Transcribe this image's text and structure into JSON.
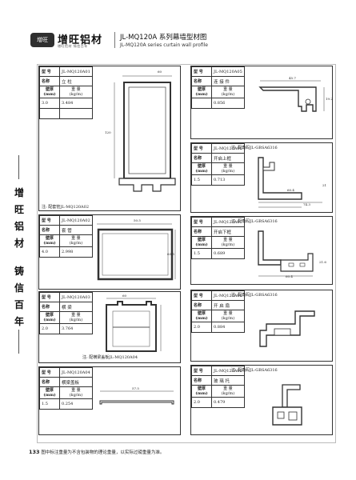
{
  "header": {
    "logo_text": "增旺",
    "brand": "增旺铝材",
    "brand_sub": "增旺铝材  铸信百年",
    "title_cn": "JL-MQ120A 系列幕墙型材图",
    "title_en": "JL-MQ120A series curtain wall profile"
  },
  "side_text": [
    "增",
    "旺",
    "铝",
    "材",
    "铸",
    "信",
    "百",
    "年"
  ],
  "labels": {
    "model": "型 号",
    "name": "名称",
    "wall": "壁厚",
    "wall_unit": "(mm)",
    "weight": "重 量",
    "weight_unit": "(kg/m)"
  },
  "panels": [
    {
      "model": "JL-MQ120A01",
      "name": "立 柱",
      "thickness": "3.0",
      "weight": "3.484",
      "note": "注: 配套管JL-MQ120A02",
      "dims": [
        "60",
        "120"
      ]
    },
    {
      "model": "JL-MQ120A02",
      "name": "套 管",
      "thickness": "4.0",
      "weight": "2.998",
      "note": "",
      "dims": [
        "50.5",
        "63.5"
      ]
    },
    {
      "model": "JL-MQ120A03",
      "name": "横 梁",
      "thickness": "2.0",
      "weight": "3.764",
      "note": "注: 配横梁盖板JL-MQ120A04",
      "dims": [
        "60"
      ]
    },
    {
      "model": "JL-MQ120A04",
      "name": "横梁盖板",
      "thickness": "1.5",
      "weight": "0.254",
      "note": "",
      "dims": [
        "57.5"
      ]
    },
    {
      "model": "JL-MQ120A05",
      "name": "连 接 件",
      "thickness": "",
      "weight": "0.856",
      "note": "",
      "dims": [
        "45.7",
        "19.2"
      ]
    },
    {
      "model": "JL-MQ120A06",
      "name": "开启上框",
      "thickness": "1.5",
      "weight": "0.713",
      "note": "注: 配角码JL-GBSA6316",
      "dims": [
        "60.4",
        "74.3",
        "21"
      ]
    },
    {
      "model": "JL-MQ120A07",
      "name": "开启下框",
      "thickness": "1.5",
      "weight": "0.689",
      "note": "注: 配角码JL-GBSA6316",
      "dims": [
        "60.4",
        "21.6"
      ]
    },
    {
      "model": "JL-MQ120A08",
      "name": "开 启 扇",
      "thickness": "2.0",
      "weight": "0.884",
      "note": "注: 配角码JL-GBSA6316",
      "dims": []
    },
    {
      "model": "JL-MQ120A09",
      "name": "玻 璃 托",
      "thickness": "2.0",
      "weight": "0.479",
      "note": "注: 配角码JL-GBSA6316",
      "dims": []
    }
  ],
  "footer": {
    "page": "133",
    "text": "图中标注重量为不含包装物的理论重量，以实际过磅重量为准。"
  }
}
